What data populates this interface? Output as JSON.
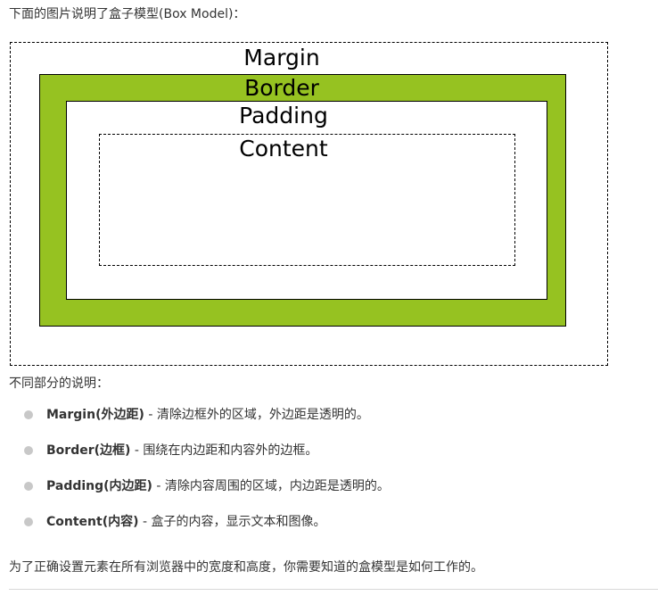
{
  "intro": "下面的图片说明了盒子模型(Box Model)：",
  "diagram": {
    "margin_label": "Margin",
    "border_label": "Border",
    "padding_label": "Padding",
    "content_label": "Content",
    "border_color": "#96c221"
  },
  "parts_heading": "不同部分的说明：",
  "parts": [
    {
      "term": "Margin(外边距)",
      "desc": " - 清除边框外的区域，外边距是透明的。"
    },
    {
      "term": "Border(边框)",
      "desc": " - 围绕在内边距和内容外的边框。"
    },
    {
      "term": "Padding(内边距)",
      "desc": " - 清除内容周围的区域，内边距是透明的。"
    },
    {
      "term": "Content(内容)",
      "desc": " - 盒子的内容，显示文本和图像。"
    }
  ],
  "summary": "为了正确设置元素在所有浏览器中的宽度和高度，你需要知道的盒模型是如何工作的。"
}
